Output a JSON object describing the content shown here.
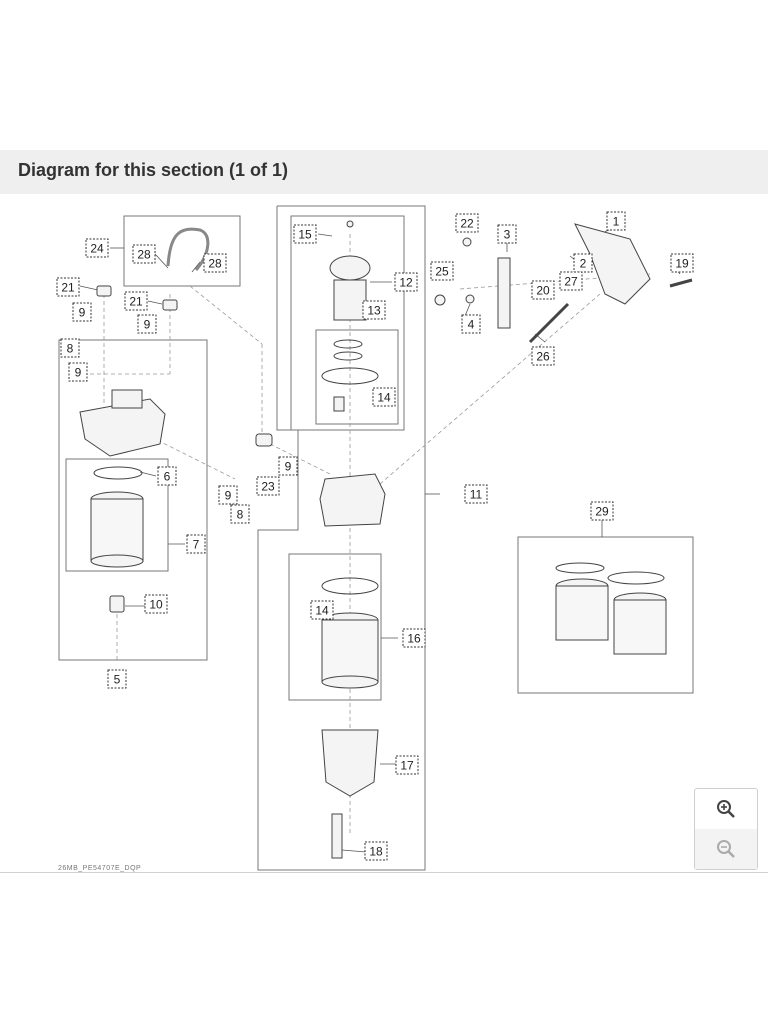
{
  "header": {
    "title": "Diagram for this section (1 of 1)"
  },
  "diagram": {
    "footer_code": "26MB_PE54707E_DQP",
    "callouts": [
      {
        "id": "c1",
        "label": "1"
      },
      {
        "id": "c2",
        "label": "2"
      },
      {
        "id": "c3",
        "label": "3"
      },
      {
        "id": "c4",
        "label": "4"
      },
      {
        "id": "c5",
        "label": "5"
      },
      {
        "id": "c6",
        "label": "6"
      },
      {
        "id": "c7",
        "label": "7"
      },
      {
        "id": "c8a",
        "label": "8"
      },
      {
        "id": "c8b",
        "label": "8"
      },
      {
        "id": "c9a",
        "label": "9"
      },
      {
        "id": "c9b",
        "label": "9"
      },
      {
        "id": "c9c",
        "label": "9"
      },
      {
        "id": "c9d",
        "label": "9"
      },
      {
        "id": "c9e",
        "label": "9"
      },
      {
        "id": "c10",
        "label": "10"
      },
      {
        "id": "c11",
        "label": "11"
      },
      {
        "id": "c12",
        "label": "12"
      },
      {
        "id": "c13",
        "label": "13"
      },
      {
        "id": "c14a",
        "label": "14"
      },
      {
        "id": "c14b",
        "label": "14"
      },
      {
        "id": "c15",
        "label": "15"
      },
      {
        "id": "c16",
        "label": "16"
      },
      {
        "id": "c17",
        "label": "17"
      },
      {
        "id": "c18",
        "label": "18"
      },
      {
        "id": "c19",
        "label": "19"
      },
      {
        "id": "c20",
        "label": "20"
      },
      {
        "id": "c21a",
        "label": "21"
      },
      {
        "id": "c21b",
        "label": "21"
      },
      {
        "id": "c22",
        "label": "22"
      },
      {
        "id": "c23",
        "label": "23"
      },
      {
        "id": "c24",
        "label": "24"
      },
      {
        "id": "c25",
        "label": "25"
      },
      {
        "id": "c26",
        "label": "26"
      },
      {
        "id": "c27",
        "label": "27"
      },
      {
        "id": "c28a",
        "label": "28"
      },
      {
        "id": "c28b",
        "label": "28"
      },
      {
        "id": "c29",
        "label": "29"
      }
    ]
  },
  "zoom": {
    "in_icon": "zoom-in-icon",
    "out_icon": "zoom-out-icon"
  }
}
